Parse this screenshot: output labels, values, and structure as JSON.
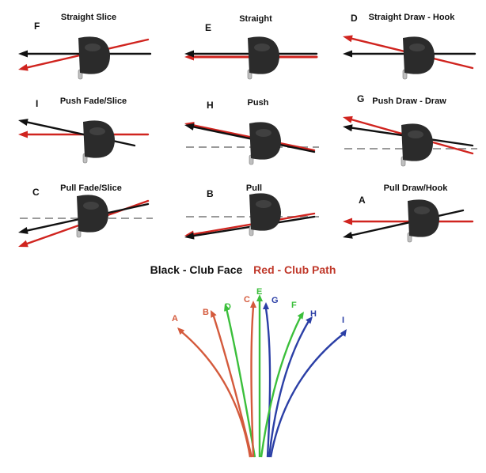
{
  "colors": {
    "club_face": "#111111",
    "club_path": "#d0241f",
    "dashed_line": "#9a9a9a",
    "ball_head": "#2b2b2b",
    "path_red": "#d45a3c",
    "path_green": "#3bbf3b",
    "path_blue": "#2b3fa6"
  },
  "panels": [
    {
      "letter": "F",
      "title": "Straight Slice"
    },
    {
      "letter": "E",
      "title": "Straight"
    },
    {
      "letter": "D",
      "title": "Straight Draw - Hook"
    },
    {
      "letter": "I",
      "title": "Push Fade/Slice"
    },
    {
      "letter": "H",
      "title": "Push"
    },
    {
      "letter": "G",
      "title": "Push Draw - Draw"
    },
    {
      "letter": "C",
      "title": "Pull Fade/Slice"
    },
    {
      "letter": "B",
      "title": "Pull"
    },
    {
      "letter": "A",
      "title": "Pull Draw/Hook"
    }
  ],
  "legend": {
    "face_label": "Black - Club Face",
    "path_label": "Red - Club Path"
  },
  "paths_diagram": {
    "labels": [
      "A",
      "B",
      "D",
      "C",
      "E",
      "G",
      "F",
      "H",
      "I"
    ]
  }
}
